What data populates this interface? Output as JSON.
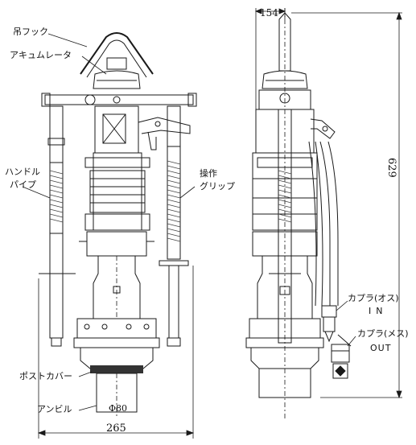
{
  "labels": {
    "hook": "吊フック",
    "accumulator": "アキュムレータ",
    "handle_pipe_1": "ハンドル",
    "handle_pipe_2": "パイプ",
    "grip_1": "操作",
    "grip_2": "グリップ",
    "post_cover": "ポストカバー",
    "anvil": "アンビル",
    "coupler_male": "カプラ(オス)",
    "in": "IN",
    "coupler_female": "カプラ(メス)",
    "out": "OUT"
  },
  "dimensions": {
    "width_total": "265",
    "anvil_dia": "Φ80",
    "side_offset": "154",
    "height_total": "629"
  },
  "colors": {
    "line": "#1a1a1a",
    "spring": "#444444",
    "background": "#ffffff"
  }
}
